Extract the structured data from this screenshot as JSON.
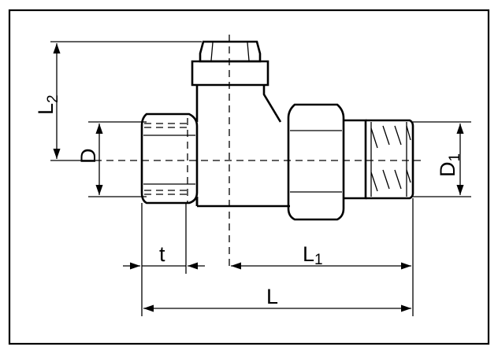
{
  "labels": {
    "L2": {
      "main": "L",
      "sub": "2"
    },
    "D": {
      "main": "D"
    },
    "D1": {
      "main": "D",
      "sub": "1"
    },
    "t": {
      "main": "t"
    },
    "L1": {
      "main": "L",
      "sub": "1"
    },
    "L": {
      "main": "L"
    }
  }
}
